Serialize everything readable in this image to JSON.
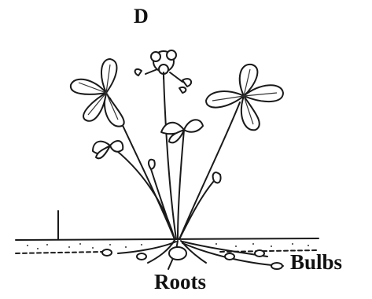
{
  "panel_letter": "D",
  "labels": {
    "roots": "Roots",
    "bulbs": "Bulbs"
  }
}
